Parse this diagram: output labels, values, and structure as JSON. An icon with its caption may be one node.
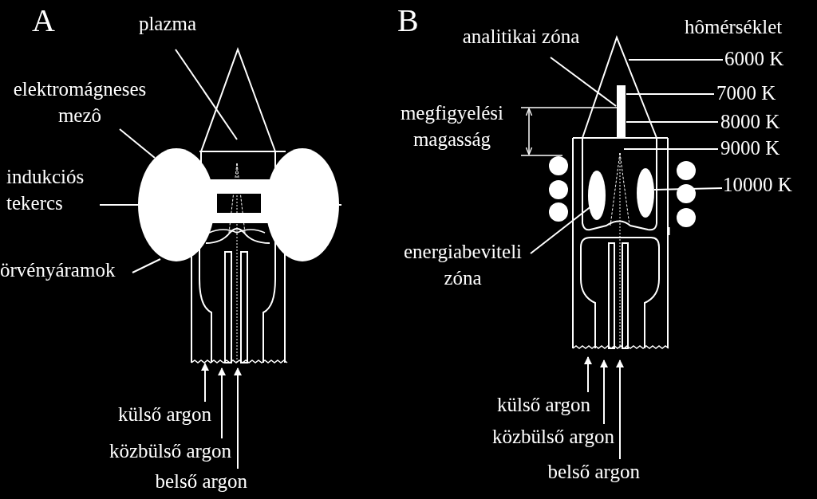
{
  "diagram": {
    "nodes": [
      {
        "text": [
          "plazma"
        ]
      },
      {
        "text": [
          "elektromágneses mezô"
        ]
      },
      {
        "text": [
          "indukciós tekercs"
        ]
      },
      {
        "text": [
          "örvényáramok"
        ]
      },
      {
        "text": [
          "külső argon"
        ]
      },
      {
        "text": [
          "közbülső argon"
        ]
      },
      {
        "text": [
          "belső argon"
        ]
      },
      {
        "text": [
          "analitikai zóna"
        ]
      },
      {
        "text": [
          "6000 K"
        ]
      },
      {
        "text": [
          "7000 K"
        ]
      },
      {
        "text": [
          "8000 K"
        ]
      },
      {
        "text": [
          "9000 K"
        ]
      },
      {
        "text": [
          "10000 K"
        ]
      },
      {
        "text": [
          "energiabeviteli zóna"
        ]
      },
      {
        "text": [
          "külső argon"
        ]
      },
      {
        "text": [
          "közbülső argon"
        ]
      },
      {
        "text": [
          "belső argon"
        ]
      },
      {
        "text": [],
        "shape": "picture"
      },
      {
        "text": [],
        "shape": "picture"
      }
    ],
    "edges": [
      {
        "from": 0,
        "to": 17,
        "arrow": "none"
      },
      {
        "from": 1,
        "to": 17,
        "arrow": "none"
      },
      {
        "from": 2,
        "to": 17,
        "arrow": "none"
      },
      {
        "from": 3,
        "to": 17,
        "arrow": "none"
      },
      {
        "from": 4,
        "to": 17,
        "arrow": "to"
      },
      {
        "from": 5,
        "to": 17,
        "arrow": "to"
      },
      {
        "from": 6,
        "to": 17,
        "arrow": "to"
      },
      {
        "from": 7,
        "to": 18,
        "arrow": "none"
      },
      {
        "from": 8,
        "to": 18,
        "arrow": "none"
      },
      {
        "from": 9,
        "to": 18,
        "arrow": "none"
      },
      {
        "from": 10,
        "to": 18,
        "arrow": "none"
      },
      {
        "from": 11,
        "to": 18,
        "arrow": "none"
      },
      {
        "from": 12,
        "to": 18,
        "arrow": "none"
      },
      {
        "from": 13,
        "to": 18,
        "arrow": "none"
      },
      {
        "from": 14,
        "to": 18,
        "arrow": "to"
      },
      {
        "from": 15,
        "to": 18,
        "arrow": "to"
      },
      {
        "from": 16,
        "to": 18,
        "arrow": "to"
      }
    ],
    "labels": [
      "A",
      "B",
      "hômérséklet",
      "megfigyelési magasság"
    ]
  }
}
